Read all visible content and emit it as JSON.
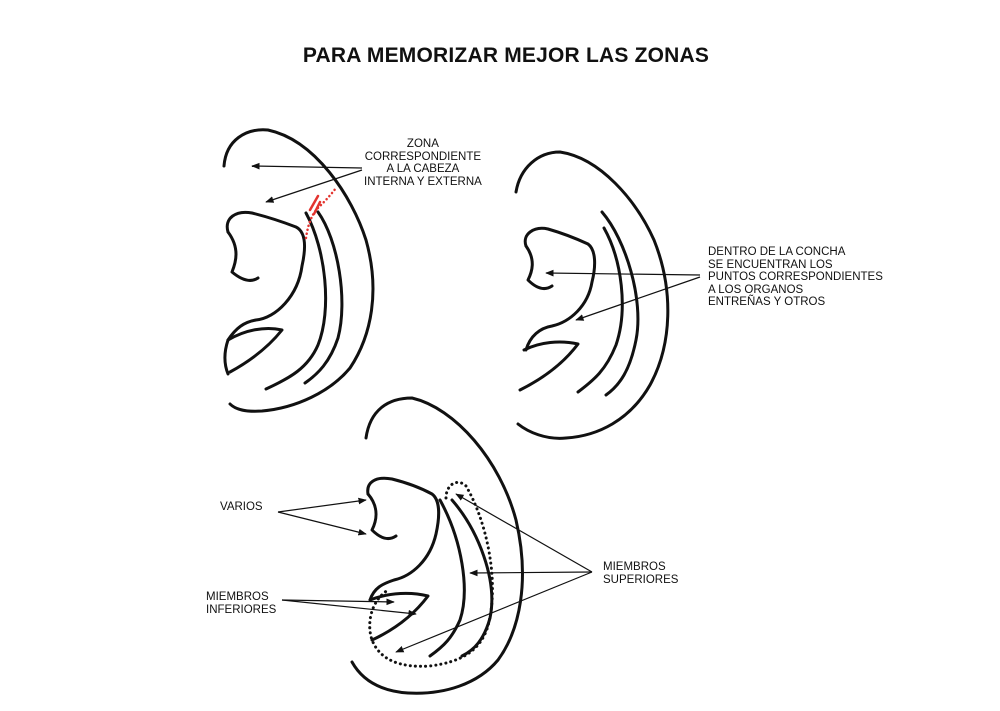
{
  "title": "PARA MEMORIZAR MEJOR LAS ZONAS",
  "labels": {
    "head_zone": [
      "ZONA",
      "CORRESPONDIENTE",
      "A  LA CABEZA",
      "INTERNA Y EXTERNA"
    ],
    "concha": [
      "DENTRO DE LA CONCHA",
      "SE ENCUENTRAN LOS",
      "PUNTOS CORRESPONDIENTES",
      "A LOS ORGANOS",
      "ENTREÑAS Y OTROS"
    ],
    "varios": [
      "VARIOS"
    ],
    "miembros_inferiores": [
      "MIEMBROS",
      "INFERIORES"
    ],
    "miembros_superiores": [
      "MIEMBROS",
      "SUPERIORES"
    ]
  },
  "colors": {
    "ink": "#111111",
    "highlight": "#e3342f"
  }
}
